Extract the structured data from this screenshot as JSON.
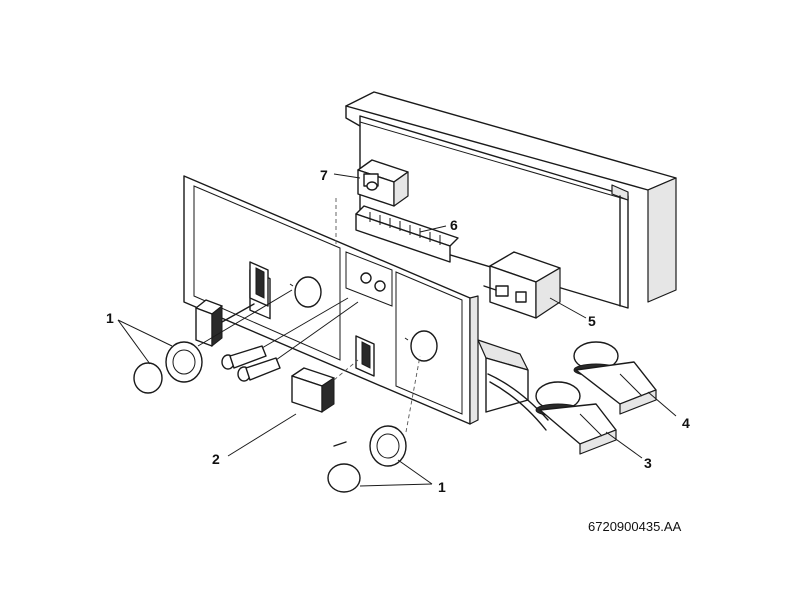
{
  "callouts": {
    "knob_left": "1",
    "switch": "2",
    "thermostat": "3",
    "sensor": "4",
    "relay": "5",
    "terminal": "6",
    "motor": "7",
    "knob_bottom": "1"
  },
  "figure_id": "6720900435.AA"
}
